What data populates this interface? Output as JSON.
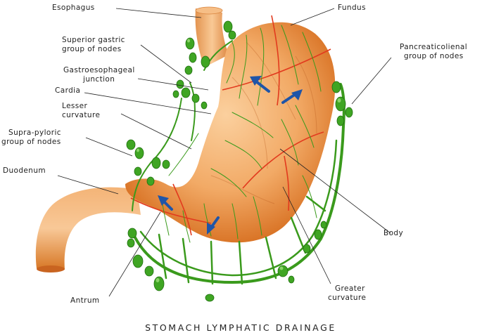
{
  "title": "STOMACH LYMPHATIC DRAINAGE",
  "labels": {
    "esophagus": "Esophagus",
    "fundus": "Fundus",
    "superior_gastric_1": "Superior gastric",
    "superior_gastric_2": "group of nodes",
    "gastroesophageal_1": "Gastroesophageal",
    "gastroesophageal_2": "junction",
    "cardia": "Cardia",
    "lesser_curvature_1": "Lesser",
    "lesser_curvature_2": "curvature",
    "suprapyloric_1": "Supra-pyloric",
    "suprapyloric_2": "group of nodes",
    "duodenum": "Duodenum",
    "pancreaticolienal_1": "Pancreaticolienal",
    "pancreaticolienal_2": "group of nodes",
    "body": "Body",
    "greater_curvature_1": "Greater",
    "greater_curvature_2": "curvature",
    "antrum": "Antrum"
  },
  "colors": {
    "stomach_light": "#f9c189",
    "stomach_dark": "#d9711f",
    "lymph": "#3fa523",
    "region_line": "#e23a1e",
    "arrow": "#1f55a8"
  }
}
